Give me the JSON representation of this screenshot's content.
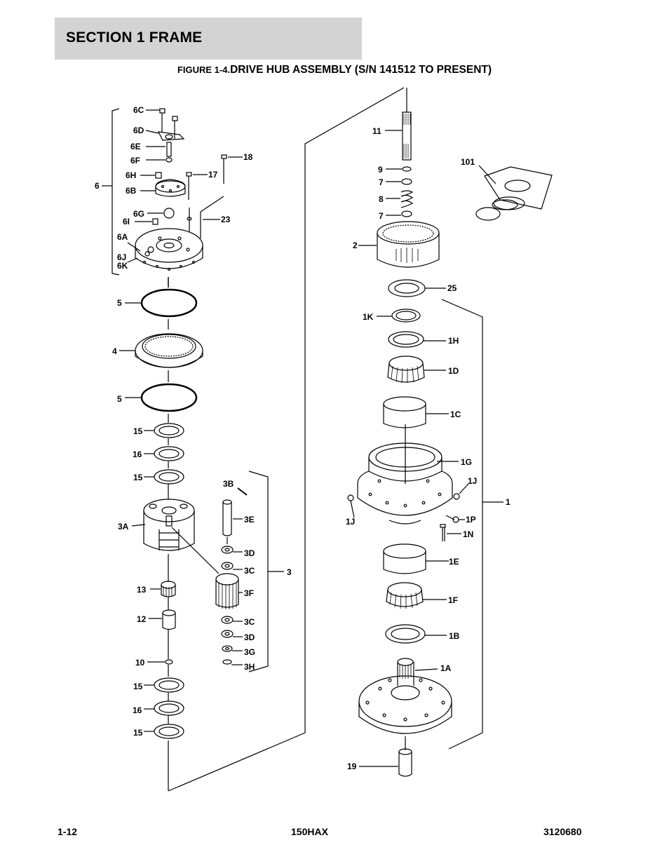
{
  "header": {
    "section_title": "SECTION 1  FRAME"
  },
  "figure": {
    "number": "FIGURE 1-4.",
    "title": "DRIVE HUB ASSEMBLY (S/N 141512 TO PRESENT)"
  },
  "callouts": {
    "c6C": "6C",
    "c6D": "6D",
    "c6E": "6E",
    "c6F": "6F",
    "c6H": "6H",
    "c6B": "6B",
    "c6": "6",
    "c6G": "6G",
    "c6I": "6I",
    "c6A": "6A",
    "c6J": "6J",
    "c6K": "6K",
    "c18": "18",
    "c17": "17",
    "c23": "23",
    "c5a": "5",
    "c4": "4",
    "c5b": "5",
    "c15a": "15",
    "c16a": "16",
    "c15b": "15",
    "c3A": "3A",
    "c3B": "3B",
    "c3E": "3E",
    "c3D": "3D",
    "c3C": "3C",
    "c3F": "3F",
    "c3": "3",
    "c13": "13",
    "c12": "12",
    "c3Cb": "3C",
    "c3Db": "3D",
    "c3G": "3G",
    "c3H": "3H",
    "c10": "10",
    "c15c": "15",
    "c16b": "16",
    "c15d": "15",
    "c11": "11",
    "c9": "9",
    "c7a": "7",
    "c8": "8",
    "c7b": "7",
    "c2": "2",
    "c101": "101",
    "c25": "25",
    "c1K": "1K",
    "c1H": "1H",
    "c1D": "1D",
    "c1C": "1C",
    "c1G": "1G",
    "c1Ja": "1J",
    "c1Jb": "1J",
    "c1": "1",
    "c1P": "1P",
    "c1N": "1N",
    "c1E": "1E",
    "c1F": "1F",
    "c1B": "1B",
    "c1A": "1A",
    "c19": "19"
  },
  "footer": {
    "page_number": "1-12",
    "model": "150HAX",
    "doc_number": "3120680"
  }
}
